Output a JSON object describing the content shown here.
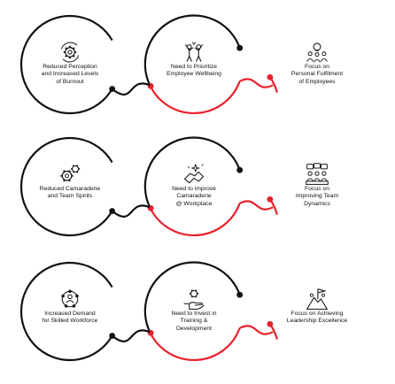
{
  "colors": {
    "dark": "#111111",
    "red": "#e8202a"
  },
  "rows": [
    {
      "nodes": [
        {
          "label": "Reduced Perception\nand Increased Levels\nof Burnout",
          "icon": "gear-cycle-icon"
        },
        {
          "label": "Need to Prioritize\nEmployee Wellbeing",
          "icon": "celebrating-people-icon"
        },
        {
          "label": "Focus on\nPersonal Fulfilment\nof Employees",
          "icon": "team-lightbulb-icon"
        }
      ]
    },
    {
      "nodes": [
        {
          "label": "Reduced Camaraderie\nand Team Spirits",
          "icon": "gears-icon"
        },
        {
          "label": "Need to improve\nCamaraderie\n@ Workplace",
          "icon": "handshake-sparkle-icon"
        },
        {
          "label": "Focus on\nImproving Team\nDynamics",
          "icon": "team-chat-icon"
        }
      ]
    },
    {
      "nodes": [
        {
          "label": "Increased Demand\nfor Skilled Workforce",
          "icon": "network-people-icon"
        },
        {
          "label": "Need to Invest in\nTraining &\nDevelopment",
          "icon": "hand-gear-icon"
        },
        {
          "label": "Focus on Achieving\nLeadership Excellence",
          "icon": "flag-summit-icon"
        }
      ]
    }
  ]
}
